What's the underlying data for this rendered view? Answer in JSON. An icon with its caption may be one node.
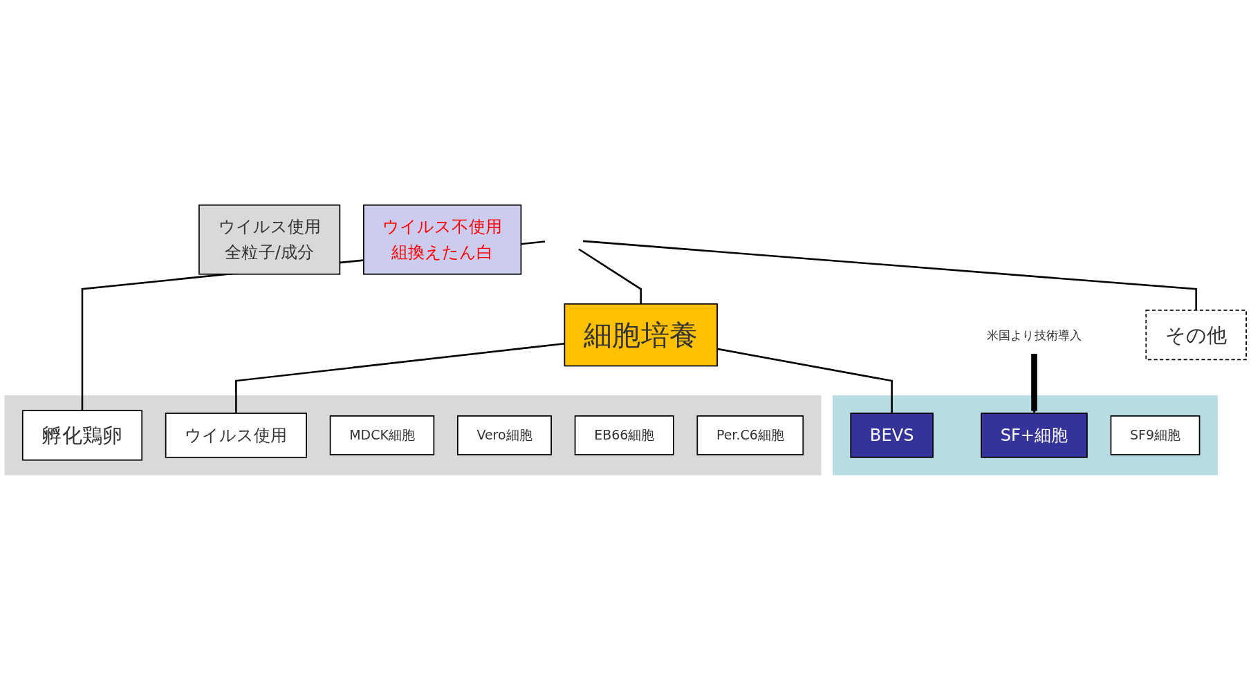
{
  "diagram": {
    "nodes": [
      {
        "text": [],
        "shape": "box"
      },
      {
        "text": [
          "孵化鶏卵"
        ],
        "in": 0
      },
      {
        "text": [
          "細胞培養"
        ]
      },
      {
        "text": [
          "その他"
        ]
      },
      {
        "text": [
          "ウイルス使用",
          "全粒子/成分"
        ]
      },
      {
        "text": [],
        "shape": "box"
      },
      {
        "text": [
          "ウイルス不使用",
          "組換えたん白"
        ]
      },
      {
        "text": [
          "ウイルス使用"
        ],
        "in": 0
      },
      {
        "text": [
          "BEVS"
        ],
        "in": 5
      },
      {
        "text": [
          "MDCK細胞"
        ],
        "in": 0
      },
      {
        "text": [
          "Vero細胞"
        ],
        "in": 0
      },
      {
        "text": [
          "SF+細胞"
        ],
        "in": 5
      },
      {
        "text": [
          "SF9細胞"
        ],
        "in": 5
      },
      {
        "text": [
          "EB66細胞"
        ],
        "in": 0
      },
      {
        "text": [
          "Per.C6細胞"
        ],
        "in": 0
      },
      {
        "text": [
          "米国より技術導入"
        ]
      }
    ],
    "edges": [
      {
        "from": null,
        "to": 1,
        "arrow": "none"
      },
      {
        "from": null,
        "to": 2,
        "arrow": "none"
      },
      {
        "from": null,
        "to": 3,
        "arrow": "none"
      },
      {
        "from": 2,
        "to": 7,
        "arrow": "none"
      },
      {
        "from": 2,
        "to": 8,
        "arrow": "none"
      },
      {
        "from": 15,
        "to": 11,
        "arrow": "to",
        "style": "thick"
      }
    ]
  }
}
